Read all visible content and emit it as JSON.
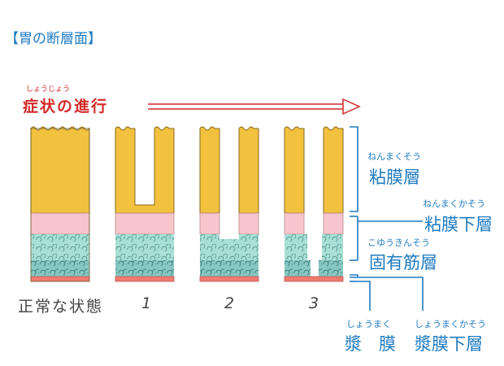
{
  "title": "【胃の断層面】",
  "progress": {
    "ruby": "しょうじょう",
    "label": "症状の進行"
  },
  "stages": [
    "正常な状態",
    "1",
    "2",
    "3"
  ],
  "layers": {
    "mucosa": {
      "ruby": "ねんまくそう",
      "label": "粘膜層"
    },
    "submucosa": {
      "ruby": "ねんまくかそう",
      "label": "粘膜下層"
    },
    "muscularis": {
      "ruby": "こゆうきんそう",
      "label": "固有筋層"
    },
    "serosa": {
      "ruby": "しょうまく",
      "label": "漿　膜"
    },
    "subserosa": {
      "ruby": "しょうまくかそう",
      "label": "漿膜下層"
    }
  },
  "colors": {
    "mucosa": "#f2c13e",
    "submucosa": "#f6c6cc",
    "muscle_upper": "#a8e0d6",
    "muscle_lower": "#86c9c4",
    "serosa": "#ef7b6e",
    "label_blue": "#1f7bc1",
    "progress_red": "#d32a2a"
  }
}
